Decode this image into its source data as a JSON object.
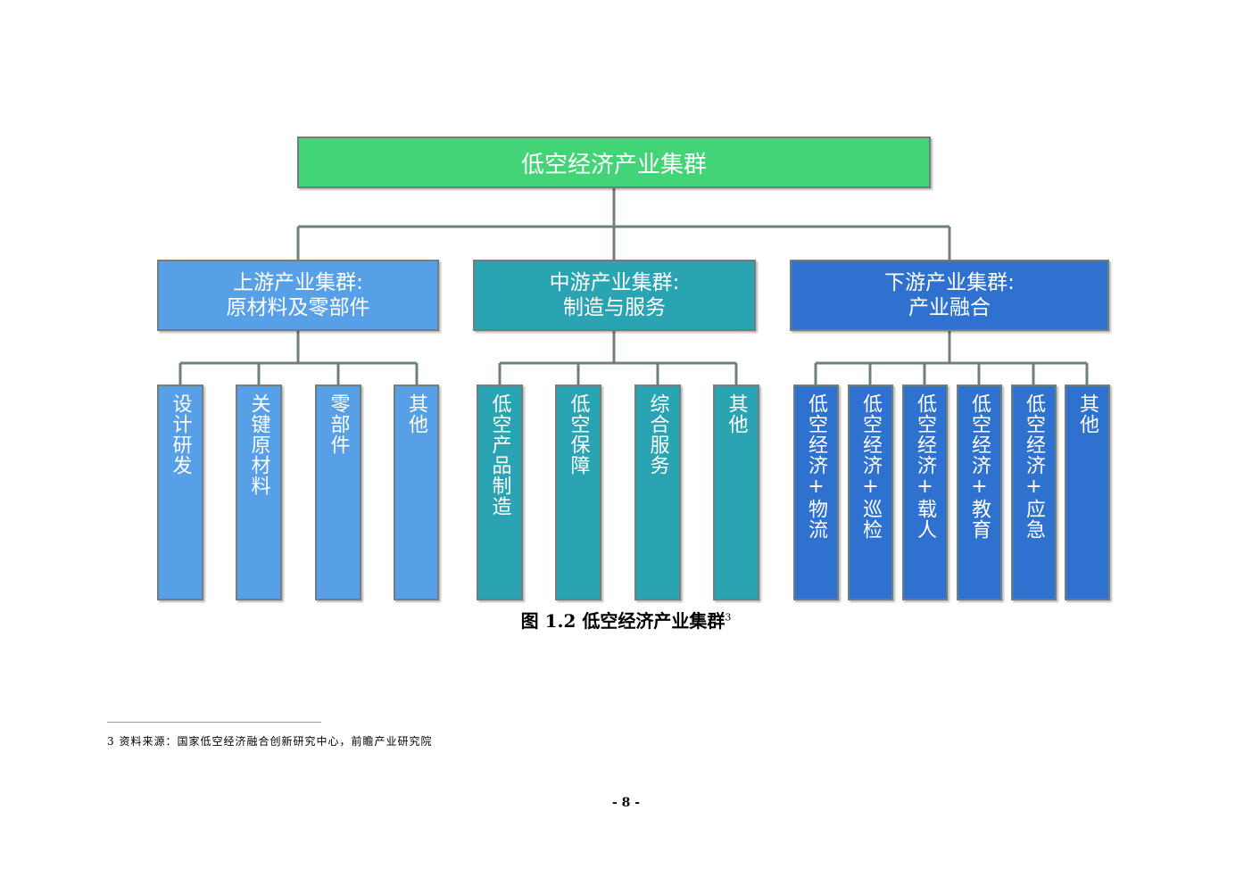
{
  "root": {
    "label": "低空经济产业集群"
  },
  "groups": [
    {
      "title": "上游产业集群:",
      "subtitle": "原材料及零部件",
      "items": [
        "设计研发",
        "关键原材料",
        "零部件",
        "其他"
      ]
    },
    {
      "title": "中游产业集群:",
      "subtitle": "制造与服务",
      "items": [
        "低空产品制造",
        "低空保障",
        "综合服务",
        "其他"
      ]
    },
    {
      "title": "下游产业集群:",
      "subtitle": "产业融合",
      "items": [
        "低空经济+物流",
        "低空经济+巡检",
        "低空经济+载人",
        "低空经济+教育",
        "低空经济+应急",
        "其他"
      ]
    }
  ],
  "caption": {
    "text": "图 1.2  低空经济产业集群",
    "ref": "3"
  },
  "footnote": {
    "text": "3 资料来源：国家低空经济融合创新研究中心，前瞻产业研究院"
  },
  "page_number": "- 8 -",
  "colors": {
    "root": "#44d478",
    "upstream": "#579fe6",
    "midstream": "#2aa3b2",
    "downstream": "#2f71cf",
    "connector": "#6f7f7f"
  }
}
